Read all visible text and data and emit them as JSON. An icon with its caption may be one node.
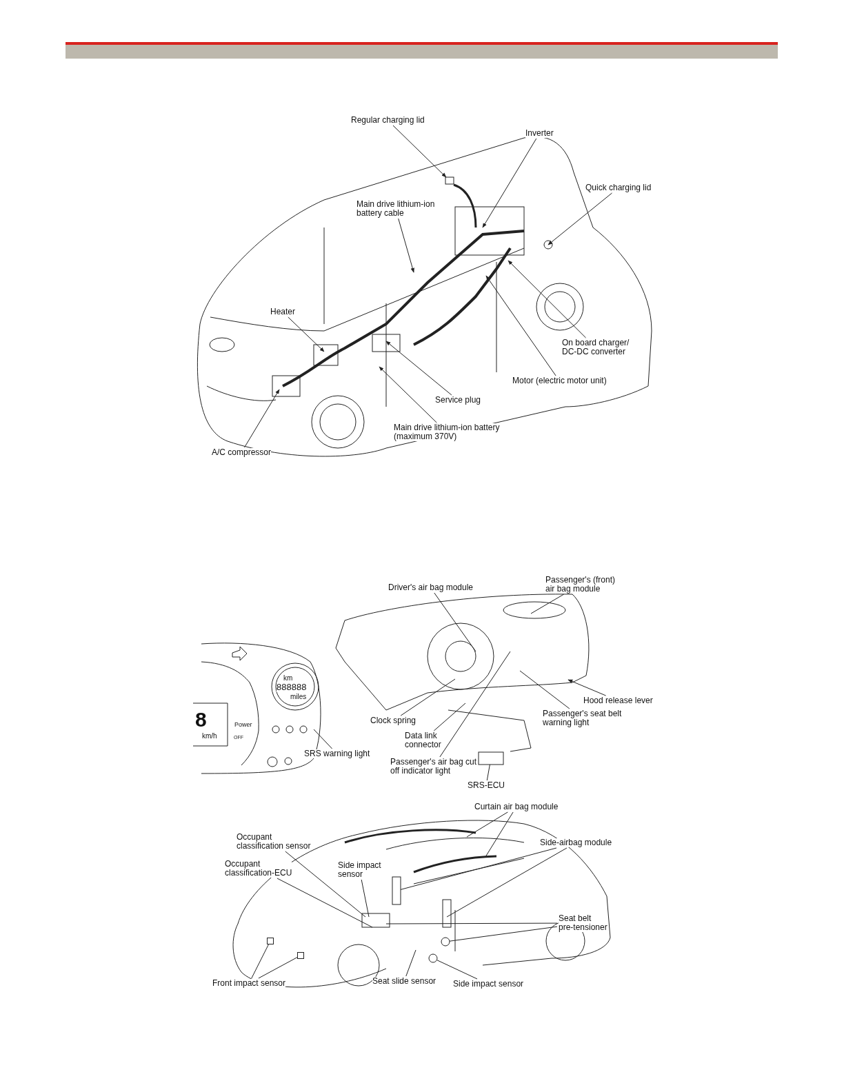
{
  "diagram": {
    "nodes": [
      {
        "text": [
          "Regular charging lid"
        ]
      },
      {
        "text": [
          "Inverter"
        ]
      },
      {
        "text": [
          "Quick charging lid"
        ]
      },
      {
        "text": [
          "Main drive lithium-ion battery cable"
        ]
      },
      {
        "text": [
          "Heater"
        ]
      },
      {
        "text": [
          "On board charger/ DC-DC converter"
        ]
      },
      {
        "text": [
          "Motor (electric motor unit)"
        ]
      },
      {
        "text": [
          "Service plug"
        ]
      },
      {
        "text": [
          "Main drive lithium-ion battery (maximum 370V)"
        ]
      },
      {
        "text": [
          "A/C compressor"
        ]
      },
      {
        "text": [
          "Driver's air bag module"
        ]
      },
      {
        "text": [
          "Passenger's (front) air bag module"
        ]
      },
      {
        "text": [
          "Hood release lever"
        ]
      },
      {
        "text": [
          "Passenger's seat belt warning light"
        ]
      },
      {
        "text": [
          "Clock spring"
        ]
      },
      {
        "text": [
          "Data link connector"
        ]
      },
      {
        "text": [
          "SRS warning light"
        ]
      },
      {
        "text": [
          "Passenger's air bag cut off indicator light"
        ]
      },
      {
        "text": [
          "SRS-ECU"
        ]
      },
      {
        "text": [
          "Curtain air bag module"
        ]
      },
      {
        "text": [
          "Occupant classification sensor"
        ]
      },
      {
        "text": [
          "Side-airbag module"
        ]
      },
      {
        "text": [
          "Occupant classification-ECU"
        ]
      },
      {
        "text": [
          "Side impact sensor"
        ]
      },
      {
        "text": [
          "Seat belt pre-tensioner"
        ]
      },
      {
        "text": [
          "Front impact sensor"
        ]
      },
      {
        "text": [
          "Seat slide sensor"
        ]
      },
      {
        "text": [
          "Side impact sensor"
        ]
      },
      {
        "text": [],
        "shape": "box"
      },
      {
        "text": [],
        "shape": "box"
      },
      {
        "text": [],
        "shape": "bar"
      },
      {
        "text": [],
        "shape": "circle"
      },
      {
        "text": [],
        "shape": "circle"
      },
      {
        "text": [],
        "shape": "box"
      },
      {
        "text": [],
        "shape": "box"
      }
    ],
    "edges": [
      {
        "from": 0,
        "to": 28,
        "arrow": "to"
      },
      {
        "from": 1,
        "to": null,
        "arrow": "to"
      },
      {
        "from": 2,
        "to": null,
        "arrow": "to"
      },
      {
        "from": 3,
        "to": null,
        "arrow": "to"
      },
      {
        "from": 4,
        "to": null,
        "arrow": "to"
      },
      {
        "from": 5,
        "to": null,
        "arrow": "to"
      },
      {
        "from": 6,
        "to": null,
        "arrow": "to"
      },
      {
        "from": 7,
        "to": null,
        "arrow": "to"
      },
      {
        "from": 8,
        "to": null,
        "arrow": "to"
      },
      {
        "from": 9,
        "to": null,
        "arrow": "to"
      },
      {
        "from": 10,
        "to": null,
        "arrow": "none"
      },
      {
        "from": 11,
        "to": null,
        "arrow": "none"
      },
      {
        "from": 12,
        "to": null,
        "arrow": "to"
      },
      {
        "from": 13,
        "to": null,
        "arrow": "none"
      },
      {
        "from": 14,
        "to": null,
        "arrow": "none"
      },
      {
        "from": 15,
        "to": null,
        "arrow": "none"
      },
      {
        "from": 16,
        "to": null,
        "arrow": "none"
      },
      {
        "from": 17,
        "to": null,
        "arrow": "none"
      },
      {
        "from": 18,
        "to": 29,
        "arrow": "none"
      },
      {
        "from": 19,
        "to": null,
        "arrow": "none"
      },
      {
        "from": 19,
        "to": null,
        "arrow": "none"
      },
      {
        "from": 20,
        "to": null,
        "arrow": "none"
      },
      {
        "from": 21,
        "to": 30,
        "arrow": "none"
      },
      {
        "from": 21,
        "to": null,
        "arrow": "none"
      },
      {
        "from": 22,
        "to": null,
        "arrow": "none"
      },
      {
        "from": 23,
        "to": null,
        "arrow": "none"
      },
      {
        "from": 24,
        "to": null,
        "arrow": "none"
      },
      {
        "from": 24,
        "to": 31,
        "arrow": "none"
      },
      {
        "from": 25,
        "to": 33,
        "arrow": "none"
      },
      {
        "from": 25,
        "to": 34,
        "arrow": "none"
      },
      {
        "from": 26,
        "to": null,
        "arrow": "none"
      },
      {
        "from": 27,
        "to": 32,
        "arrow": "none"
      }
    ],
    "labels": [
      "8",
      "km/h",
      "Power",
      "km",
      "888888",
      "miles",
      "OFF"
    ]
  }
}
